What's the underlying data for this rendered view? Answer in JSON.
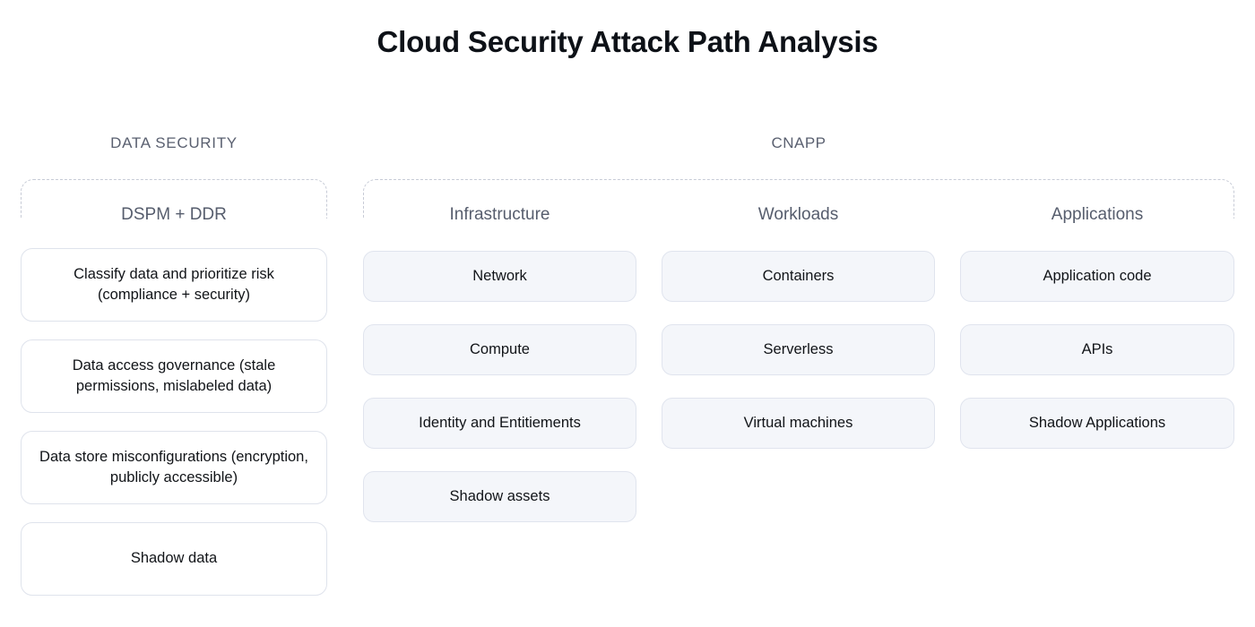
{
  "title": "Cloud Security Attack Path Analysis",
  "colors": {
    "title_text": "#0d1117",
    "group_header_text": "#5a6070",
    "column_label_text": "#565d6d",
    "card_text": "#111418",
    "dashed_border": "#c7cbd6",
    "ds_card_bg": "#ffffff",
    "ds_card_border": "#dfe3ec",
    "cnapp_card_bg": "#f4f6fa",
    "cnapp_card_border": "#e0e4ee",
    "page_bg": "#ffffff"
  },
  "groups": [
    {
      "id": "data-security",
      "header": "DATA SECURITY",
      "columns": [
        {
          "id": "dspm-ddr",
          "label": "DSPM + DDR",
          "items": [
            "Classify data and prioritize risk (compliance + security)",
            "Data access governance (stale permissions, mislabeled data)",
            "Data store misconfigurations (encryption, publicly accessible)",
            "Shadow data"
          ]
        }
      ]
    },
    {
      "id": "cnapp",
      "header": "CNAPP",
      "columns": [
        {
          "id": "infrastructure",
          "label": "Infrastructure",
          "items": [
            "Network",
            "Compute",
            "Identity and Entitiements",
            "Shadow assets"
          ]
        },
        {
          "id": "workloads",
          "label": "Workloads",
          "items": [
            "Containers",
            "Serverless",
            "Virtual machines"
          ]
        },
        {
          "id": "applications",
          "label": "Applications",
          "items": [
            "Application code",
            "APIs",
            "Shadow Applications"
          ]
        }
      ]
    }
  ]
}
